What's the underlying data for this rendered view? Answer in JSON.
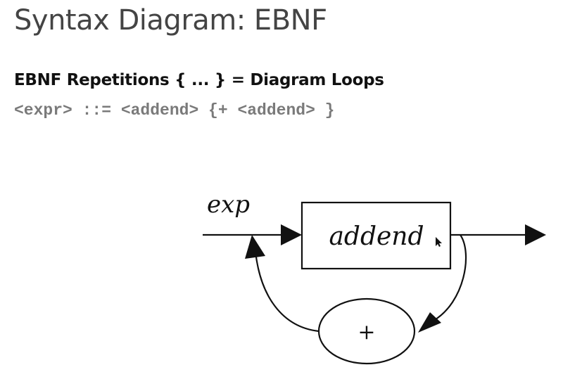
{
  "page": {
    "title": "Syntax Diagram: EBNF"
  },
  "content": {
    "heading": "EBNF Repetitions { ... } = Diagram Loops",
    "rule": "<expr> ::= <addend> {+ <addend> }"
  },
  "diagram": {
    "entry_label": "exp",
    "nonterminal_label": "addend",
    "loop_terminal_label": "+"
  }
}
